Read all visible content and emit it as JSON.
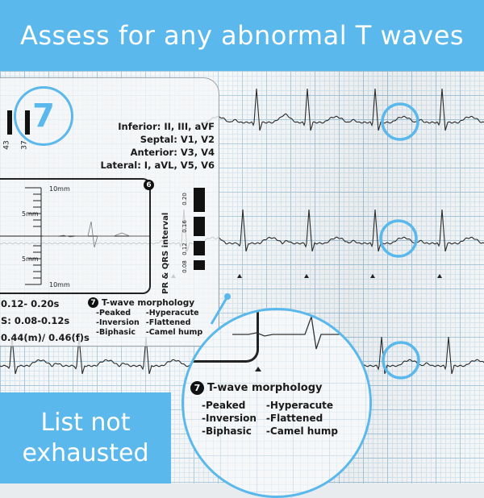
{
  "banner_top": {
    "text": "Assess for any abnormal T waves"
  },
  "banner_bottom": {
    "line1": "List not",
    "line2": "exhausted"
  },
  "step_number": "7",
  "ruler": {
    "leads": [
      "Inferior: II, III, aVF",
      "Septal: V1, V2",
      "Anterior: V3, V4",
      "Lateral: I, aVL, V5, V6"
    ],
    "side_numbers": [
      "43",
      "37"
    ],
    "scale_labels": [
      "10mm",
      "5mm",
      "5mm",
      "10mm"
    ],
    "section_badge": "6",
    "interval_label": "PR & QRS interval",
    "interval_values": [
      "0.20",
      "0.16",
      "0.12",
      "0.08"
    ],
    "values": [
      "0.12- 0.20s",
      "S: 0.08-0.12s",
      "0.44(m)/ 0.46(f)s"
    ]
  },
  "t_wave": {
    "badge": "7",
    "title": "T-wave morphology",
    "items": [
      "-Peaked",
      "-Hyperacute",
      "-Inversion",
      "-Flattened",
      "-Biphasic",
      "-Camel hump"
    ]
  },
  "colors": {
    "accent": "#5ab8ec",
    "grid_major": "#9fc3da",
    "grid_minor": "#d2e3ee",
    "trace": "#2a2a2a"
  }
}
